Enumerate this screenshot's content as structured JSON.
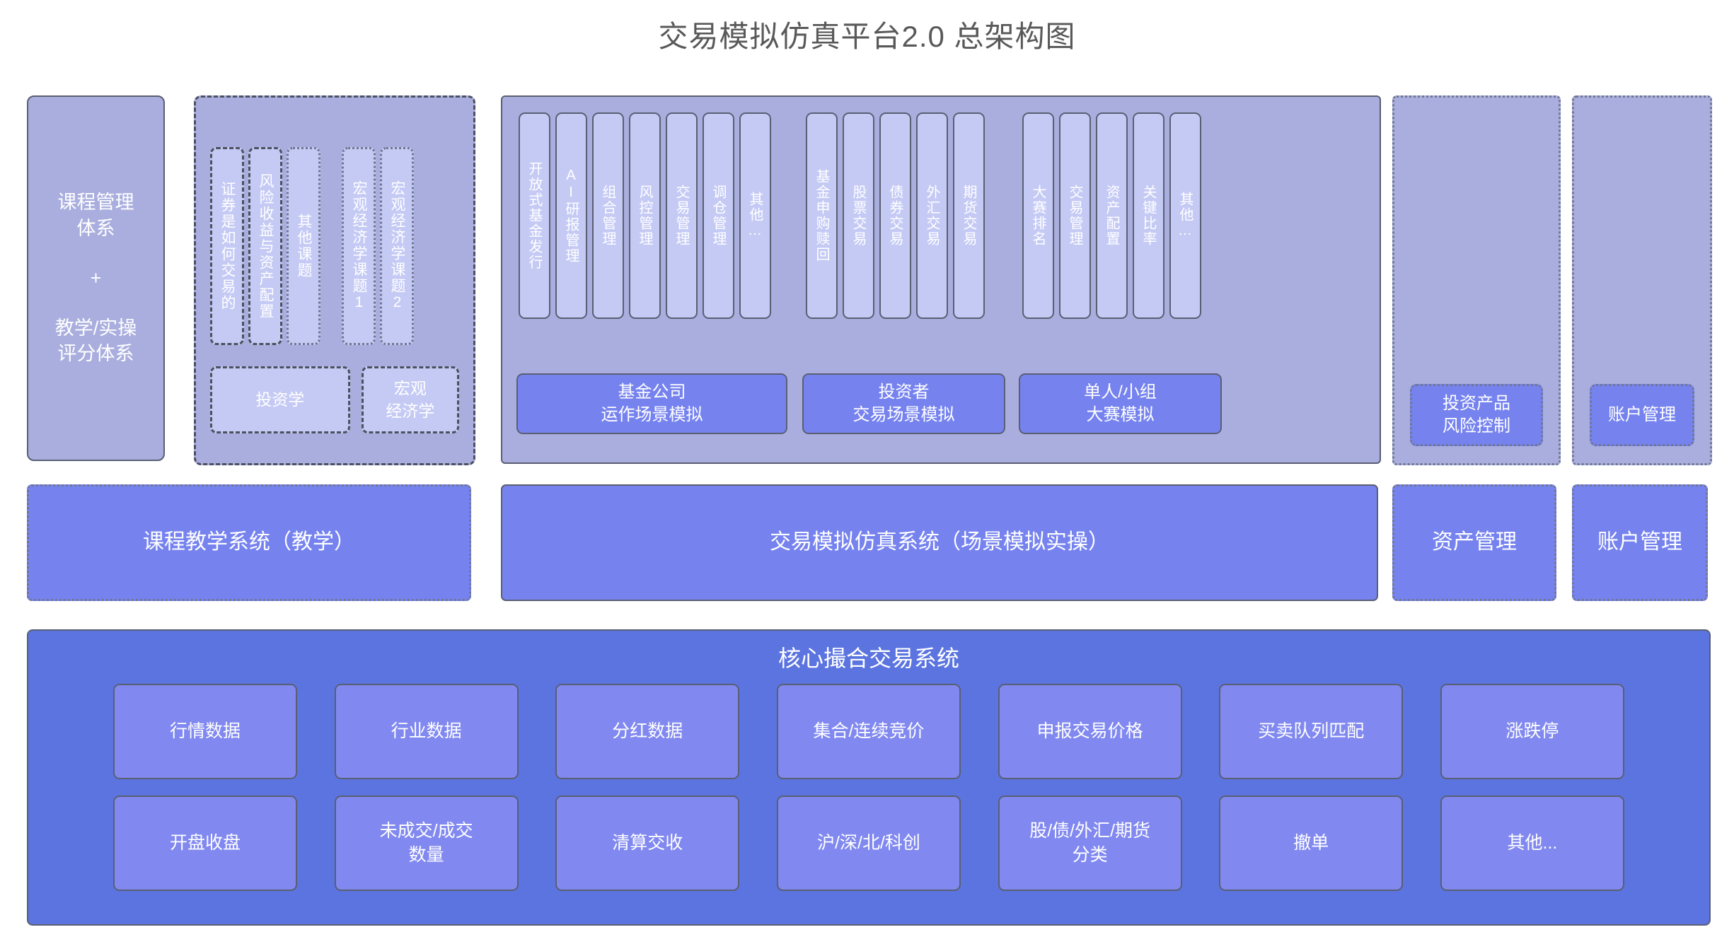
{
  "title": "交易模拟仿真平台2.0 总架构图",
  "colors": {
    "title_text": "#595959",
    "lavender_outer": "#a9aede",
    "lavender_inner": "#c5caf5",
    "mid_bar": "#7683ef",
    "core_panel": "#5b74e0",
    "core_card": "#8189f0",
    "border_solid": "#5a5f73"
  },
  "top_band": {
    "course_system": {
      "line1": "课程管理",
      "line2": "体系",
      "plus": "+",
      "line3": "教学/实操",
      "line4": "评分体系"
    },
    "course_topics": {
      "vertical_cards": [
        {
          "label": "证券是如何交易的",
          "style": "dashed"
        },
        {
          "label": "风险收益与资产配置",
          "style": "dashed"
        },
        {
          "label": "其他课题",
          "style": "dotted"
        },
        {
          "label": "宏观经济学课题1",
          "style": "dotted"
        },
        {
          "label": "宏观经济学课题2",
          "style": "dotted"
        }
      ],
      "bottom_cards": [
        {
          "label": "投资学",
          "style": "dashed"
        },
        {
          "line1": "宏观",
          "line2": "经济学",
          "style": "dashed"
        }
      ]
    },
    "simulation_panel": {
      "groups": [
        {
          "caption_line1": "基金公司",
          "caption_line2": "运作场景模拟",
          "cards": [
            "开放式基金发行",
            "AI研报管理",
            "组合管理",
            "风控管理",
            "交易管理",
            "调仓管理",
            "其他…"
          ]
        },
        {
          "caption_line1": "投资者",
          "caption_line2": "交易场景模拟",
          "cards": [
            "基金申购赎回",
            "股票交易",
            "债券交易",
            "外汇交易",
            "期货交易"
          ]
        },
        {
          "caption_line1": "单人/小组",
          "caption_line2": "大赛模拟",
          "cards": [
            "大赛排名",
            "交易管理",
            "资产配置",
            "关键比率",
            "其他…"
          ]
        }
      ]
    },
    "risk_column": {
      "line1": "投资产品",
      "line2": "风险控制"
    },
    "account_column": {
      "label": "账户管理"
    }
  },
  "system_row": {
    "teaching": "课程教学系统（教学）",
    "trading": "交易模拟仿真系统（场景模拟实操）",
    "asset": "资产管理",
    "account": "账户管理"
  },
  "core_system": {
    "title": "核心撮合交易系统",
    "row1": [
      {
        "label": "行情数据"
      },
      {
        "label": "行业数据"
      },
      {
        "label": "分红数据"
      },
      {
        "label": "集合/连续竞价"
      },
      {
        "label": "申报交易价格"
      },
      {
        "label": "买卖队列匹配"
      },
      {
        "label": "涨跌停"
      }
    ],
    "row2": [
      {
        "line1": "开盘收盘",
        "line2": ""
      },
      {
        "line1": "未成交/成交",
        "line2": "数量"
      },
      {
        "line1": "清算交收",
        "line2": ""
      },
      {
        "line1": "沪/深/北/科创",
        "line2": ""
      },
      {
        "line1": "股/债/外汇/期货",
        "line2": "分类"
      },
      {
        "line1": "撤单",
        "line2": ""
      },
      {
        "line1": "其他...",
        "line2": ""
      }
    ]
  }
}
